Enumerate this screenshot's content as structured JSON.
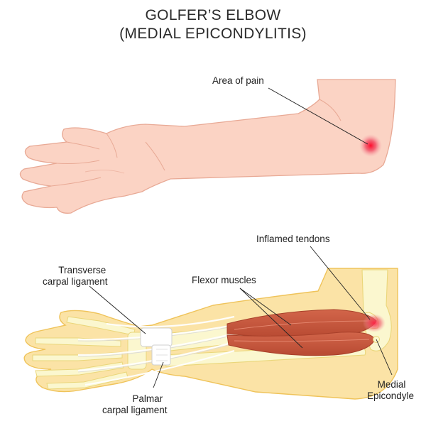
{
  "title": {
    "line1": "GOLFER’S ELBOW",
    "line2": "(MEDIAL EPICONDYLITIS)"
  },
  "labels": {
    "area_of_pain": "Area of pain",
    "inflamed_tendons": "Inflamed tendons",
    "flexor_muscles": "Flexor muscles",
    "transverse_line1": "Transverse",
    "transverse_line2": "carpal ligament",
    "palmar_line1": "Palmar",
    "palmar_line2": "carpal ligament",
    "medial_line1": "Medial",
    "medial_line2": "Epicondyle"
  },
  "colors": {
    "skin": "#fbd3c4",
    "skin_outline": "#e8a995",
    "pain": "#e8102a",
    "arm_fill": "#fbe3a6",
    "arm_outline": "#efc35a",
    "bone": "#fbf7cf",
    "muscle": "#c9553a",
    "tendon": "#f3f3f3",
    "ligament": "#ffffff"
  }
}
